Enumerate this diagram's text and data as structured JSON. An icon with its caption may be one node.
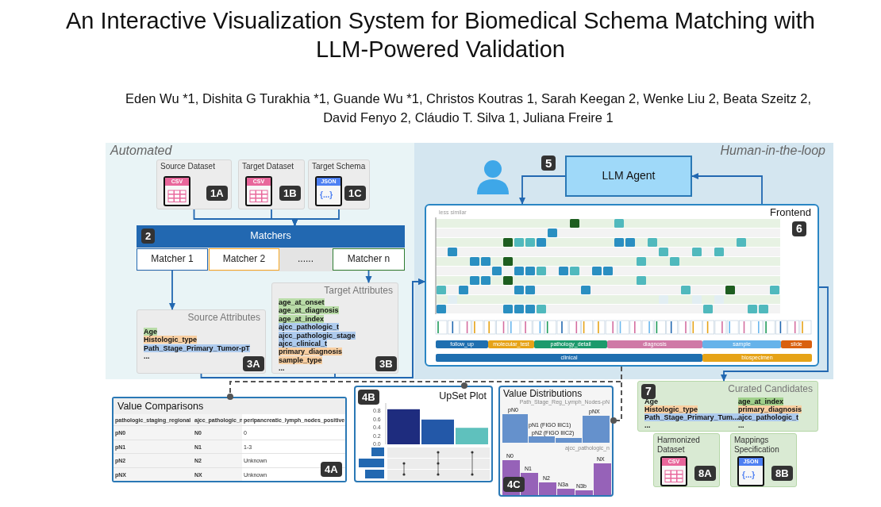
{
  "diagram": {
    "title": "An Interactive Visualization System for Biomedical Schema Matching with LLM-Powered Validation",
    "nodes": [
      {
        "text": [
          "Automated"
        ]
      },
      {
        "text": [
          "Source Dataset",
          "CSV",
          "1A"
        ],
        "in": 0
      },
      {
        "text": [
          "Target Dataset",
          "CSV",
          "1B"
        ],
        "in": 0
      },
      {
        "text": [
          "Target Schema",
          "JSON",
          "{...}",
          "1C"
        ],
        "in": 0
      },
      {
        "text": [
          "2",
          "Matchers"
        ],
        "in": 0
      },
      {
        "text": [
          "Matcher 1"
        ],
        "in": 4
      },
      {
        "text": [
          "Matcher 2"
        ],
        "in": 4
      },
      {
        "text": [
          "......"
        ],
        "in": 4
      },
      {
        "text": [
          "Matcher n"
        ],
        "in": 4
      },
      {
        "text": [
          "Target Attributes",
          "age_at_onset",
          "age_at_diagnosis",
          "age_at_index",
          "ajcc_pathologic_t",
          "ajcc_pathologic_stage",
          "ajcc_clinical_t",
          "primary_diagnosis",
          "sample_type",
          "...",
          "3B"
        ],
        "in": 0
      },
      {
        "text": [
          "Source Attributes",
          "Age",
          "Histologic_type",
          "Path_Stage_Primary_Tumor-pT",
          "...",
          "3A"
        ],
        "in": 0
      },
      {
        "text": [
          "Human-in-the-loop"
        ]
      },
      {
        "text": [
          "5",
          "LLM Agent"
        ],
        "in": 11
      },
      {
        "text": [
          "Frontend",
          "6",
          "less similar",
          "follow_up",
          "molecular_test",
          "pathology_detail",
          "diagnosis",
          "sample",
          "slide",
          "clinical",
          "biospecimen"
        ],
        "in": 11
      },
      {
        "text": [
          "7",
          "Curated Candidates",
          "Age",
          "Histologic_type",
          "Path_Stage_Primary_Tum...",
          "...",
          "age_at_index",
          "primary_diagnosis",
          "ajcc_pathologic_t",
          "..."
        ]
      },
      {
        "text": [
          "Harmonized Dataset",
          "CSV",
          "8A"
        ]
      },
      {
        "text": [
          "Mappings Specification",
          "JSON",
          "{...}",
          "8B"
        ]
      },
      {
        "text": [
          "Value Comparisons",
          "pathologic_staging_regional",
          "ajcc_pathologic_n",
          "peripancreatic_lymph_nodes_positive",
          "pN0",
          "N0",
          "0",
          "pN1",
          "N1",
          "1-3",
          "pN2",
          "N2",
          "Unknown",
          "pNX",
          "NX",
          "Unknown",
          "4A"
        ]
      },
      {
        "text": [
          "4B",
          "UpSet Plot",
          "0.8",
          "0.6",
          "0.4",
          "0.2",
          "0.0"
        ]
      },
      {
        "text": [
          "Value Distributions",
          "Path_Stage_Reg_Lymph_Nodes-pN",
          "pN0",
          "pN1 (FIGO IIIC1)",
          "pN2 (FIGO IIIC2)",
          "pNX",
          "ajcc_pathologic_n",
          "N0",
          "N1",
          "N2",
          "N3a",
          "N3b",
          "NX",
          "4C"
        ]
      }
    ],
    "edges": [
      {
        "from": 1,
        "to": 4,
        "arrow": "to"
      },
      {
        "from": 2,
        "to": 4,
        "arrow": "to"
      },
      {
        "from": 3,
        "to": 4,
        "arrow": "to"
      },
      {
        "from": 5,
        "to": 10,
        "arrow": "to"
      },
      {
        "from": 8,
        "to": 9,
        "arrow": "to"
      },
      {
        "from": 10,
        "to": 13,
        "arrow": "to"
      },
      {
        "from": 9,
        "to": 13,
        "arrow": "to"
      },
      {
        "from": 12,
        "to": 13,
        "arrow": "to"
      },
      {
        "from": 13,
        "to": 12,
        "arrow": "to"
      },
      {
        "from": 13,
        "to": 14,
        "arrow": "to"
      },
      {
        "from": 13,
        "to": 17,
        "arrow": "other",
        "style": "dashed",
        "color": "#555555"
      },
      {
        "from": 13,
        "to": 18,
        "arrow": "other",
        "style": "dashed",
        "color": "#555555"
      },
      {
        "from": 13,
        "to": 19,
        "arrow": "other",
        "style": "dashed",
        "color": "#555555"
      }
    ],
    "labels": [
      "Eden Wu *1, Dishita G Turakhia *1, Guande Wu *1, Christos Koutras 1, Sarah Keegan 2, Wenke Liu 2, Beata Szeitz 2, David Fenyo 2, Cláudio T. Silva 1, Juliana Freire 1"
    ]
  }
}
